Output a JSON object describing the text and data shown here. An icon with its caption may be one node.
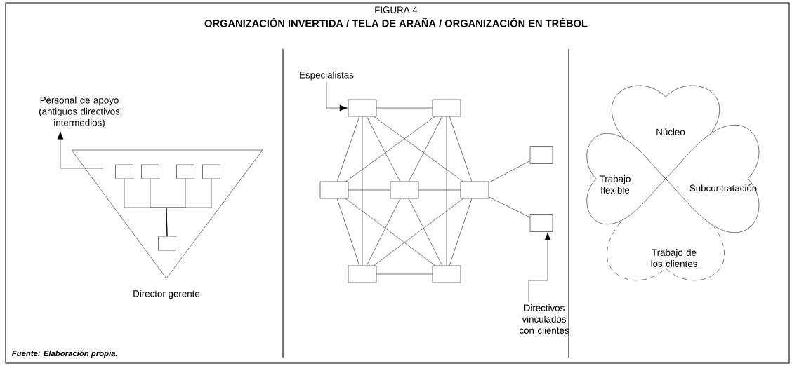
{
  "diagram": {
    "title": "ORGANIZACIÓN INVERTIDA / TELA DE ARAÑA / ORGANIZACIÓN EN TRÉBOL",
    "caption": "Fuente: Elaboración propia.",
    "nodes": [
      {
        "text": [],
        "shape": "triangle",
        "beside": [
          "Director gerente"
        ]
      },
      {
        "text": [
          "Personal de apoyo (antiguos directivos intermedios)"
        ]
      },
      {
        "text": [],
        "shape": "box",
        "in": 0
      },
      {
        "text": [],
        "shape": "box",
        "in": 0
      },
      {
        "text": [],
        "shape": "box",
        "in": 0
      },
      {
        "text": [],
        "shape": "box",
        "in": 0
      },
      {
        "text": [],
        "shape": "box",
        "in": 0
      },
      {
        "text": [
          "Especialistas"
        ]
      },
      {
        "text": [],
        "shape": "box"
      },
      {
        "text": [],
        "shape": "box"
      },
      {
        "text": [],
        "shape": "box"
      },
      {
        "text": [],
        "shape": "box"
      },
      {
        "text": [],
        "shape": "box"
      },
      {
        "text": [],
        "shape": "box"
      },
      {
        "text": [],
        "shape": "box"
      },
      {
        "text": [],
        "shape": "box"
      },
      {
        "text": [],
        "shape": "box"
      },
      {
        "text": [
          "Directivos vinculados con clientes"
        ]
      },
      {
        "text": [
          "Núcleo"
        ]
      },
      {
        "text": [
          "Trabajo flexible"
        ]
      },
      {
        "text": [
          "Subcontratación"
        ]
      },
      {
        "text": [
          "Trabajo de los clientes"
        ]
      }
    ],
    "edges": [
      {
        "from": null,
        "to": 1,
        "arrow": "to"
      },
      {
        "from": 2,
        "to": 6,
        "arrow": "none"
      },
      {
        "from": 3,
        "to": 6,
        "arrow": "none"
      },
      {
        "from": 4,
        "to": 6,
        "arrow": "none"
      },
      {
        "from": 5,
        "to": 6,
        "arrow": "none"
      },
      {
        "from": 7,
        "to": 8,
        "arrow": "to"
      },
      {
        "from": 8,
        "to": 9,
        "arrow": "none"
      },
      {
        "from": 8,
        "to": 10,
        "arrow": "none"
      },
      {
        "from": 8,
        "to": 13,
        "arrow": "none"
      },
      {
        "from": 8,
        "to": 11,
        "arrow": "none"
      },
      {
        "from": 8,
        "to": 12,
        "arrow": "none"
      },
      {
        "from": 9,
        "to": 10,
        "arrow": "none"
      },
      {
        "from": 9,
        "to": 11,
        "arrow": "none"
      },
      {
        "from": 9,
        "to": 14,
        "arrow": "none"
      },
      {
        "from": 9,
        "to": 12,
        "arrow": "none"
      },
      {
        "from": 10,
        "to": 11,
        "arrow": "none"
      },
      {
        "from": 11,
        "to": 12,
        "arrow": "none"
      },
      {
        "from": 10,
        "to": 13,
        "arrow": "none"
      },
      {
        "from": 10,
        "to": 14,
        "arrow": "none"
      },
      {
        "from": 12,
        "to": 13,
        "arrow": "none"
      },
      {
        "from": 12,
        "to": 14,
        "arrow": "none"
      },
      {
        "from": 11,
        "to": 13,
        "arrow": "none"
      },
      {
        "from": 11,
        "to": 14,
        "arrow": "none"
      },
      {
        "from": 13,
        "to": 14,
        "arrow": "none"
      },
      {
        "from": 12,
        "to": 15,
        "arrow": "none"
      },
      {
        "from": 12,
        "to": 16,
        "arrow": "none"
      },
      {
        "from": 17,
        "to": 16,
        "arrow": "to"
      }
    ],
    "labels": [
      "FIGURA 4"
    ]
  }
}
